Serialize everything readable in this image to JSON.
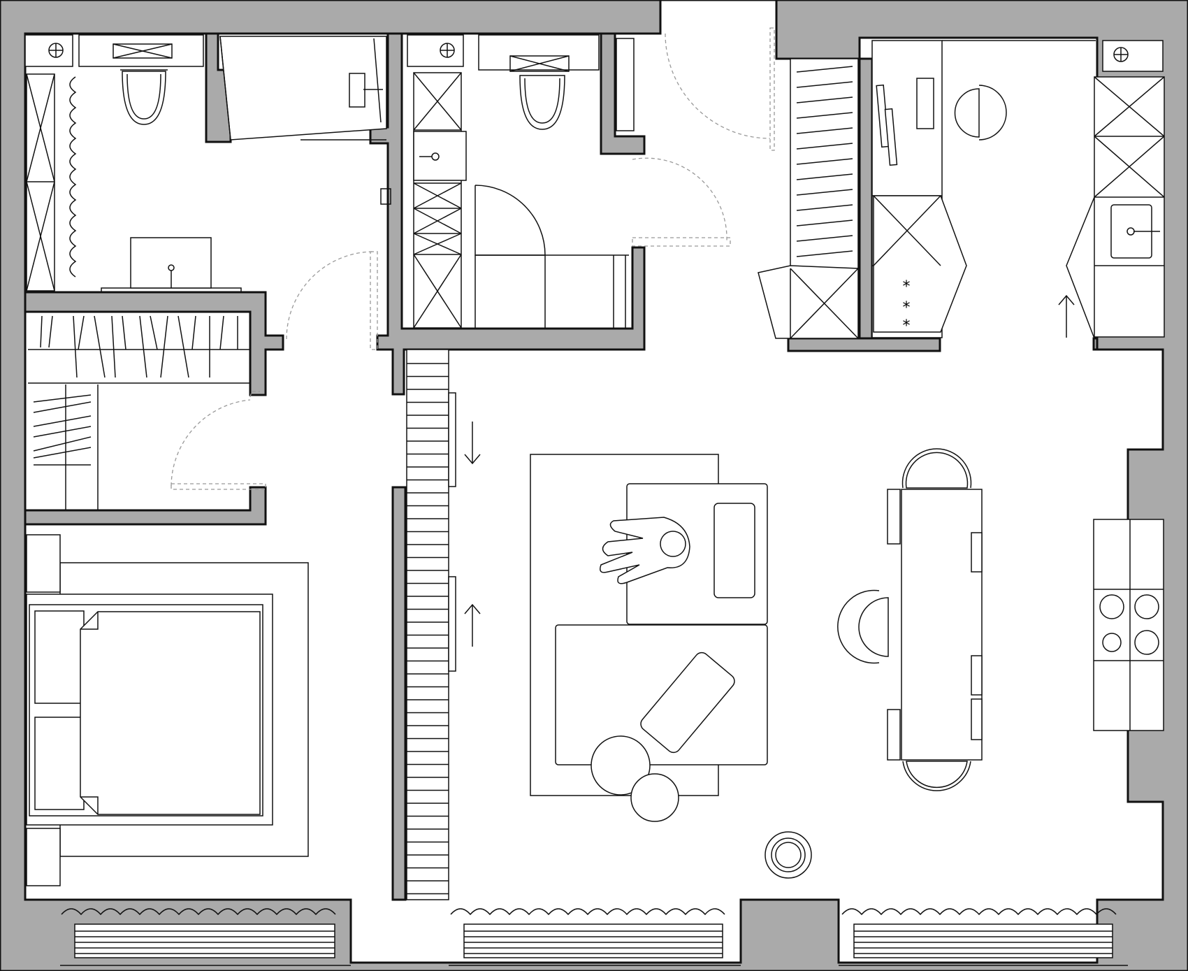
{
  "drawing": {
    "type": "architectural floor plan",
    "labels": [],
    "colors": {
      "wall_fill": "#aaaaaa",
      "line": "#111111",
      "door_swing": "#999999",
      "background": "#ffffff"
    }
  },
  "rooms": [
    {
      "name": "bathroom-1",
      "fixtures": [
        "toilet",
        "sink",
        "shower",
        "shelving",
        "duct"
      ]
    },
    {
      "name": "bathroom-2",
      "fixtures": [
        "toilet",
        "sink",
        "storage-cabinets",
        "duct"
      ]
    },
    {
      "name": "wardrobe",
      "fixtures": [
        "hanging-rails",
        "shelves"
      ]
    },
    {
      "name": "bedroom",
      "fixtures": [
        "double-bed",
        "nightstands",
        "rug",
        "window-radiator"
      ]
    },
    {
      "name": "hallway",
      "fixtures": [
        "entrance-door",
        "closets"
      ]
    },
    {
      "name": "living-room",
      "fixtures": [
        "sofa",
        "rug",
        "coffee-tables",
        "floor-lamp",
        "sliding-door",
        "window-radiators"
      ]
    },
    {
      "name": "kitchen",
      "fixtures": [
        "counters",
        "sink",
        "cooktop",
        "dining-table",
        "chairs"
      ]
    }
  ]
}
